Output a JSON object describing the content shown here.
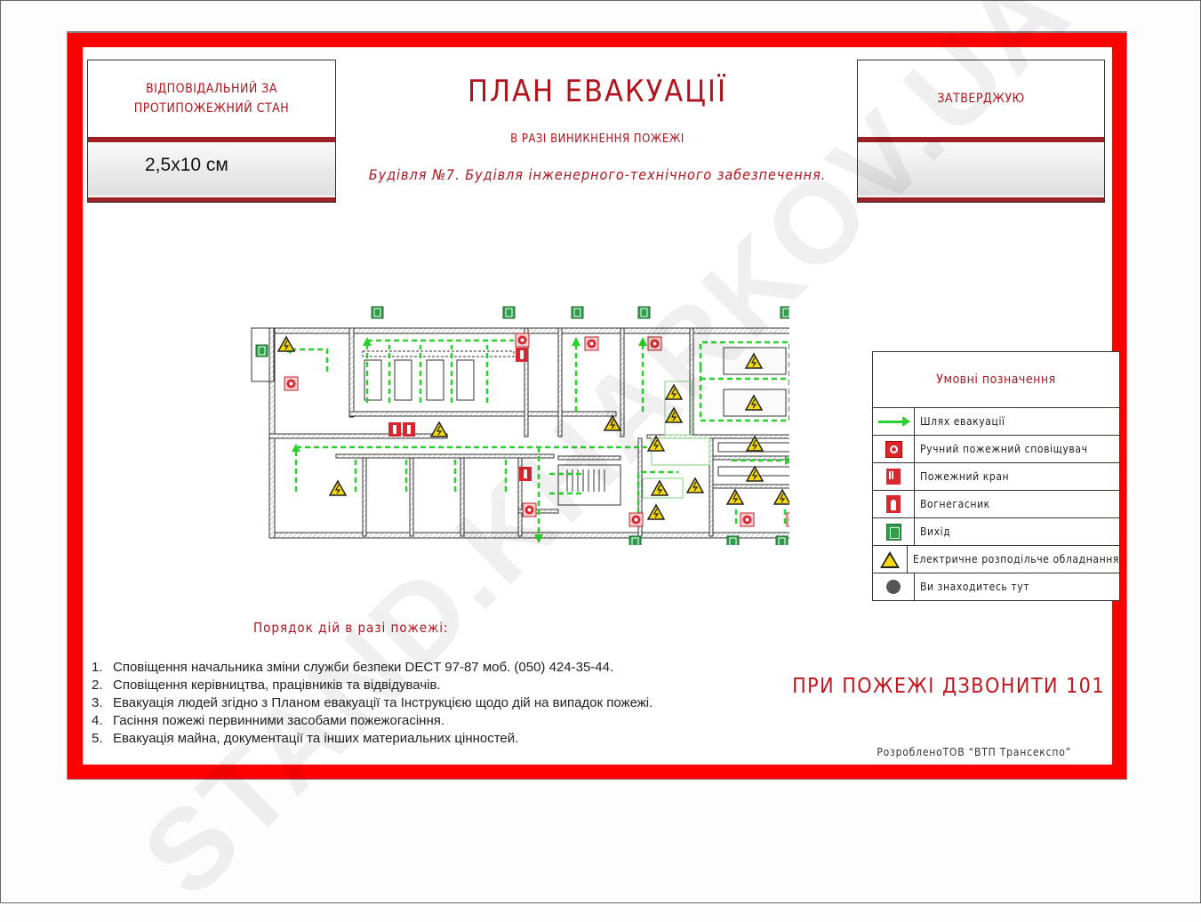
{
  "header": {
    "left_box": {
      "label_line1": "ВІДПОВІДАЛЬНИЙ ЗА",
      "label_line2": "ПРОТИПОЖЕЖНИЙ СТАН",
      "size_text": "2,5х10 см"
    },
    "title": "ПЛАН ЕВАКУАЦІЇ",
    "subtitle": "В РАЗІ ВИНИКНЕННЯ ПОЖЕЖІ",
    "building": "Будівля №7. Будівля інженерного-технічного забезпечення.",
    "right_box": {
      "label": "ЗАТВЕРДЖУЮ"
    }
  },
  "legend": {
    "title": "Умовні позначення",
    "items": [
      {
        "icon": "evacuation-arrow-icon",
        "label": "Шлях евакуації"
      },
      {
        "icon": "manual-fire-alarm-icon",
        "label": "Ручний пожежний сповіщувач"
      },
      {
        "icon": "fire-hose-icon",
        "label": "Пожежний кран"
      },
      {
        "icon": "fire-extinguisher-icon",
        "label": "Вогнегасник"
      },
      {
        "icon": "exit-icon",
        "label": "Вихід"
      },
      {
        "icon": "electrical-hazard-icon",
        "label": "Електричне розподільче обладнання"
      },
      {
        "icon": "you-are-here-icon",
        "label": "Ви знаходитесь тут"
      }
    ]
  },
  "procedure": {
    "title": "Порядок дій в разі пожежі:",
    "steps": [
      {
        "n": "1.",
        "text": "Сповіщення начальника зміни служби безпеки DECT 97-87 моб. (050) 424-35-44."
      },
      {
        "n": "2.",
        "text": "Сповіщення керівництва, працівників та відвідувачів."
      },
      {
        "n": "3.",
        "text": "Евакуація людей згідно з Планом евакуації та Інструкцією щодо дій на випадок пожежі."
      },
      {
        "n": "4.",
        "text": "Гасіння пожежі первинними засобами пожежогасіння."
      },
      {
        "n": "5.",
        "text": "Евакуація майна, документації та інших материальних цінностей."
      }
    ]
  },
  "emergency_call": "ПРИ ПОЖЕЖІ ДЗВОНИТИ 101",
  "developer": "РозробленоТОВ “ВТП Трансекспо”",
  "watermark": "STAND.KHARKOV.UA",
  "colors": {
    "frame_red": "#ff0000",
    "text_red": "#b0141c",
    "bar_dark_red": "#9e1f24",
    "evac_green": "#2bd12b",
    "exit_green": "#2e9e4a",
    "hazard_yellow": "#f5d90a"
  }
}
